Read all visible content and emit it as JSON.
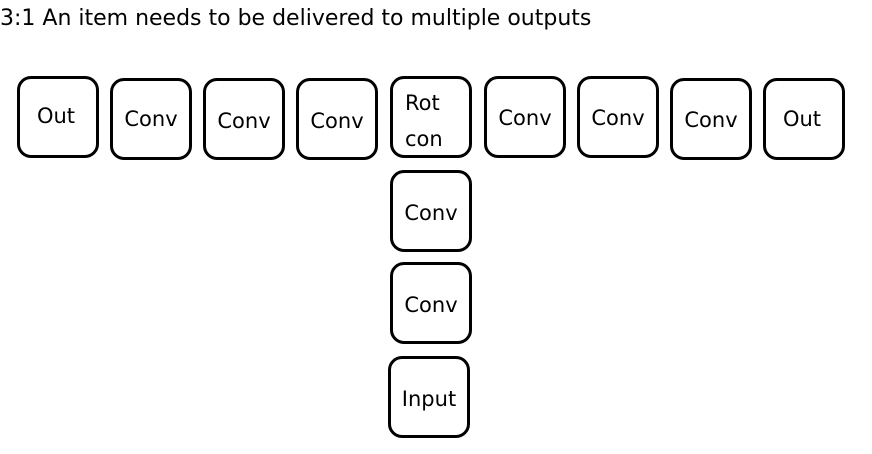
{
  "title": "3:1 An item needs to be delivered to multiple outputs",
  "top_row": [
    {
      "label": "Out"
    },
    {
      "label": "Conv"
    },
    {
      "label": "Conv"
    },
    {
      "label": "Conv"
    },
    {
      "label_line1": "Rot",
      "label_line2": "con"
    },
    {
      "label": "Conv"
    },
    {
      "label": "Conv"
    },
    {
      "label": "Conv"
    },
    {
      "label": "Out"
    }
  ],
  "column": [
    {
      "label": "Conv"
    },
    {
      "label": "Conv"
    },
    {
      "label": "Input"
    }
  ]
}
